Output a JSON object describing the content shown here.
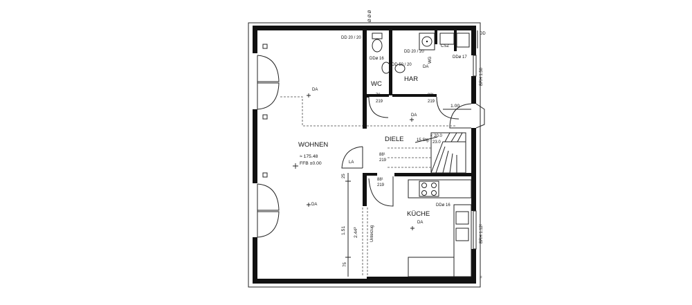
{
  "rooms": {
    "wohnen": "WOHNEN",
    "wohnen_area": "≈ 175.48",
    "wohnen_level": "FFB ±0.00",
    "diele": "DIELE",
    "wc": "WC",
    "har": "HAR",
    "kueche": "KÜCHE"
  },
  "marks": {
    "da": "DA",
    "la": "LA",
    "unterzug": "Unterzug"
  },
  "labels": {
    "dd_top": "DD 20 / 20",
    "dd_har": "DD 20 / 20",
    "dd_har2": "DD 50 / 20",
    "dd_wc": "DDø 16",
    "dd_right": "DDø 17",
    "dd_kueche": "DDø 16",
    "door_wc_w": "76",
    "door_wc_h": "219",
    "door_har_w": "88¹",
    "door_har_h": "219",
    "door_diele_w": "88¹",
    "door_diele_h": "219",
    "door_kue_w": "88¹",
    "door_kue_h": "219",
    "dim_100": "1.00",
    "dim_25": "25",
    "dim_151": "1.51",
    "dim_244": "2.44³",
    "dim_75": "75",
    "stair": "15 Stg.",
    "stair_rise": "< 20.0",
    "stair_tread": "23.0",
    "csz": "CSZ",
    "wg": "WG",
    "brh_right": "BRH 1.50",
    "brh_kue": "BRH 1.12²",
    "top_marks": "Ø Ø Ø",
    "top_right": "DD",
    "right_edge": "F"
  }
}
